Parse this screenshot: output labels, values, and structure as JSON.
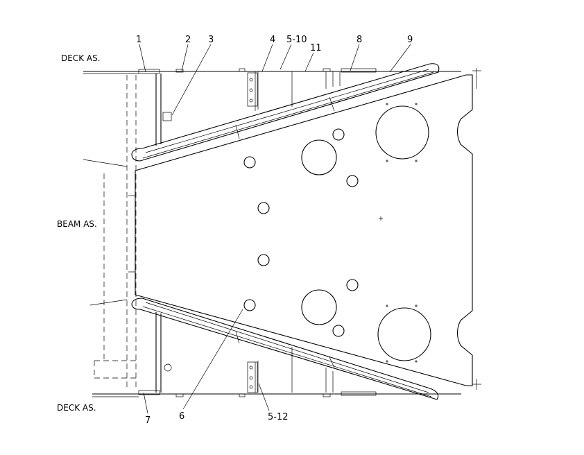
{
  "labels": {
    "deck_top": "DECK AS.",
    "beam": "BEAM AS.",
    "deck_bottom": "DECK AS."
  },
  "callouts": {
    "c1": "1",
    "c2": "2",
    "c3": "3",
    "c4": "4",
    "c5_10": "5-10",
    "c11": "11",
    "c8": "8",
    "c9": "9",
    "c7": "7",
    "c6": "6",
    "c5_12": "5-12"
  }
}
